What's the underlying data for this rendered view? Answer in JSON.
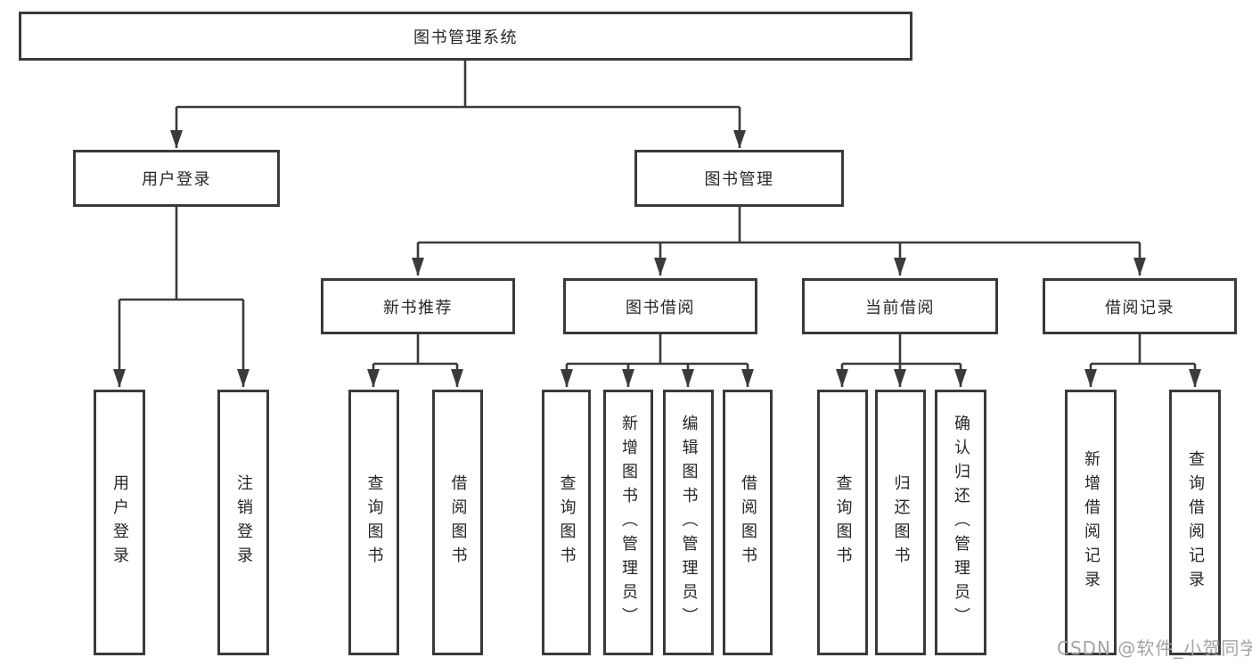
{
  "nodes": {
    "root": "图书管理系统",
    "user_login": "用户登录",
    "book_mgmt": "图书管理",
    "new_books": "新书推荐",
    "book_borrow": "图书借阅",
    "current_borrow": "当前借阅",
    "borrow_records": "借阅记录",
    "leaves": {
      "user_login": [
        "用户登录",
        "注销登录"
      ],
      "new_books": [
        "查询图书",
        "借阅图书"
      ],
      "book_borrow": [
        "查询图书",
        "新增图书（管理员）",
        "编辑图书（管理员）",
        "借阅图书"
      ],
      "current_borrow": [
        "查询图书",
        "归还图书",
        "确认归还（管理员）"
      ],
      "borrow_records": [
        "新增借阅记录",
        "查询借阅记录"
      ]
    }
  },
  "watermark": "CSDN @软件_小贺同学",
  "colors": {
    "line": "#3a3a3a",
    "text": "#262626",
    "watermark": "#a3a3a3",
    "background": "#ffffff"
  }
}
